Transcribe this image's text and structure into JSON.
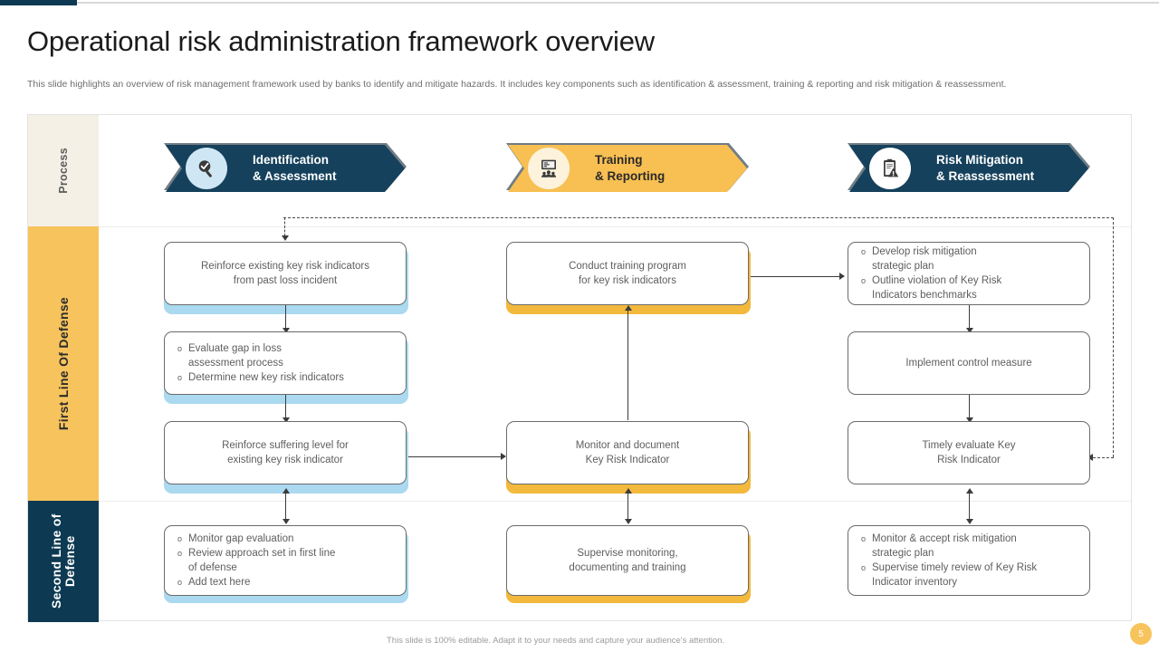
{
  "header": {
    "title": "Operational risk administration framework overview",
    "subtitle": "This slide highlights an overview of risk management framework used by banks to identify and mitigate hazards. It includes key components such as identification & assessment, training & reporting and risk mitigation & reassessment."
  },
  "rail": {
    "process": "Process",
    "first_line": "First Line Of Defense",
    "second_line": "Second Line of Defense"
  },
  "columns": [
    {
      "banner": {
        "line1": "Identification",
        "line2": "& Assessment",
        "icon": "magnifier-check-icon",
        "style": "navy"
      },
      "nodes": [
        {
          "type": "text",
          "text": "Reinforce existing key risk indicators from past loss incident"
        },
        {
          "type": "bullets",
          "items": [
            "Evaluate gap in loss assessment process",
            "Determine new key risk indicators"
          ]
        },
        {
          "type": "text",
          "text": "Reinforce suffering level for existing key risk indicator"
        },
        {
          "type": "bullets",
          "items": [
            "Monitor gap evaluation",
            "Review approach set in first line of defense",
            "Add text here"
          ]
        }
      ]
    },
    {
      "banner": {
        "line1": "Training",
        "line2": "& Reporting",
        "icon": "training-presentation-icon",
        "style": "amber"
      },
      "nodes": [
        {
          "type": "text",
          "text": "Conduct training program for key risk indicators"
        },
        {
          "type": "text",
          "text": "Monitor and document Key Risk Indicator"
        },
        {
          "type": "text",
          "text": "Supervise monitoring, documenting and training"
        }
      ]
    },
    {
      "banner": {
        "line1": "Risk Mitigation",
        "line2": "& Reassessment",
        "icon": "clipboard-warning-icon",
        "style": "navy"
      },
      "nodes": [
        {
          "type": "bullets",
          "items": [
            "Develop risk mitigation strategic plan",
            "Outline violation of Key Risk Indicators benchmarks"
          ]
        },
        {
          "type": "text",
          "text": "Implement control measure"
        },
        {
          "type": "text",
          "text": "Timely evaluate Key Risk Indicator"
        },
        {
          "type": "bullets",
          "items": [
            "Monitor & accept risk mitigation strategic plan",
            "Supervise timely review of Key Risk Indicator inventory"
          ]
        }
      ]
    }
  ],
  "nodes_flat": {
    "c1n1": "Reinforce existing key risk indicators",
    "c1n1b": "from past loss incident",
    "c1n2i1": "Evaluate gap in loss",
    "c1n2i1b": "assessment process",
    "c1n2i2": "Determine new key risk indicators",
    "c1n3": "Reinforce suffering level for",
    "c1n3b": "existing key risk indicator",
    "c1n4i1": "Monitor gap evaluation",
    "c1n4i2": "Review approach set in first line",
    "c1n4i2b": "of defense",
    "c1n4i3": "Add text here",
    "c2n1": "Conduct training program",
    "c2n1b": "for key risk indicators",
    "c2n2": "Monitor and document",
    "c2n2b": "Key Risk Indicator",
    "c2n3": "Supervise monitoring,",
    "c2n3b": "documenting and training",
    "c3n1i1": "Develop risk mitigation",
    "c3n1i1b": "strategic plan",
    "c3n1i2": "Outline violation of Key Risk",
    "c3n1i2b": "Indicators benchmarks",
    "c3n2": "Implement control measure",
    "c3n3": "Timely evaluate Key",
    "c3n3b": "Risk Indicator",
    "c3n4i1": "Monitor & accept risk mitigation",
    "c3n4i1b": "strategic plan",
    "c3n4i2": "Supervise timely review of Key Risk",
    "c3n4i2b": "Indicator inventory"
  },
  "bullet_marker": "o",
  "footer": {
    "note": "This slide is 100% editable. Adapt it to your needs and capture your audience's attention.",
    "page_number": "5"
  },
  "colors": {
    "navy": "#15415c",
    "amber": "#f7c35c",
    "amber_deep": "#f2b93d",
    "light_blue": "#aad9f0",
    "cream": "#f4f0e6",
    "text_grey": "#5e5e5e"
  }
}
